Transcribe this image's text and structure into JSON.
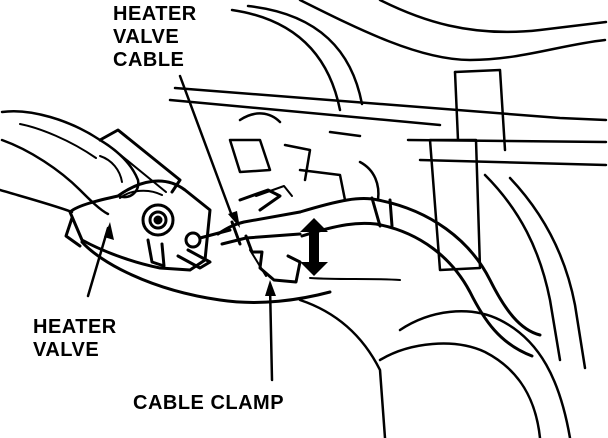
{
  "labels": {
    "heater_valve_cable": [
      "HEATER",
      "VALVE",
      "CABLE"
    ],
    "heater_valve": [
      "HEATER",
      "VALVE"
    ],
    "cable_clamp": "CABLE CLAMP"
  }
}
